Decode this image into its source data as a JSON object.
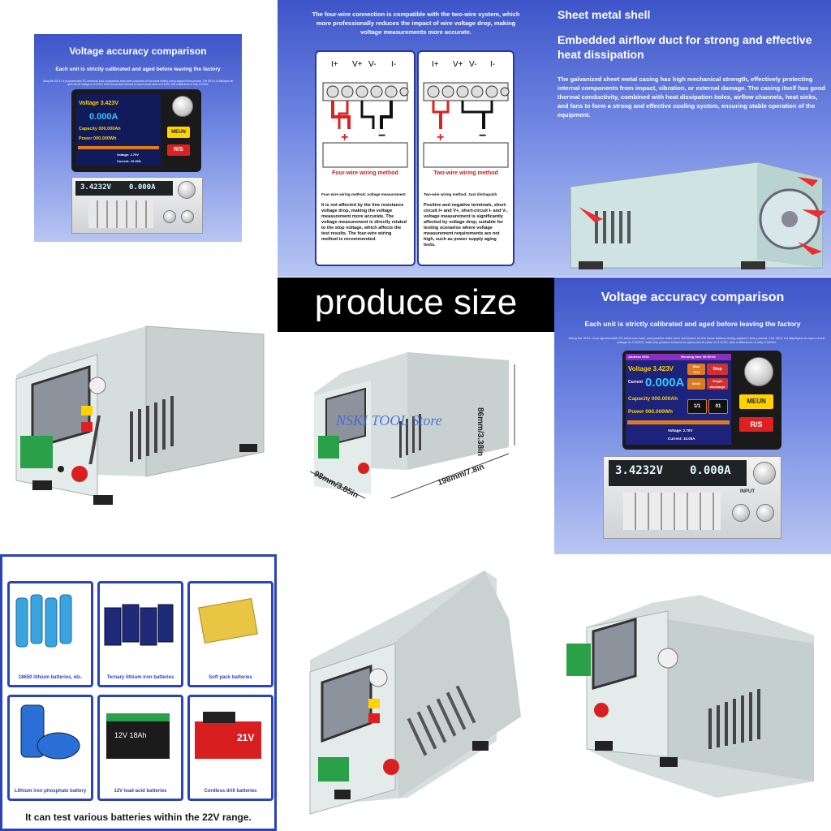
{
  "panel_accuracy": {
    "title": "Voltage accuracy comparison",
    "subtitle": "Each unit is strictly calibrated and aged before leaving the factory",
    "fine_print": "Using the ISO1 Li4 programmable DC electronic load, comparative tests were conducted on the same battery during adjacent time periods. The ISO1 Li4 displayed an open-circuit voltage of 3.4232V, while the product showed an open-circuit value of 3.423V, with a difference of only 0.0002V.",
    "screen": {
      "header_left": "Address 0001",
      "header_right": "Running time 00:00:00",
      "voltage": "Voltage 3.423V",
      "current_label": "Current",
      "current_value": "0.000A",
      "capacity": "Capacity 000.000Ah",
      "power": "Power 000.000Wh",
      "btn_start": "Start",
      "btn_test": "Test",
      "btn_stop": "Stop",
      "btn_mode": "Mode",
      "btn_single": "Single",
      "btn_discharge": "discharge",
      "count_a": "1/1",
      "count_b": "01",
      "row_voltage": "Voltage: 2.70V",
      "row_current": "Current: 10.00A",
      "side_meun": "MEUN",
      "side_rs": "R/S"
    },
    "instrument": {
      "readout_v": "3.4232V",
      "readout_a": "0.000A",
      "input_label": "INPUT"
    }
  },
  "panel_wiring": {
    "intro": "The four-wire connection is compatible with the two-wire system, which more professionally reduces the impact of wire voltage drop, making voltage measurements more accurate.",
    "terminals": [
      "I+",
      "V+",
      "V-",
      "I-"
    ],
    "four_wire": {
      "title": "Four-wire wiring method",
      "heading": "Four-wire wiring method: voltage measurement",
      "body": "It is not affected by the line resistance voltage drop, making the voltage measurement more accurate. The voltage measurement is directly related to the stop voltage, which affects the test results. The four-wire wiring method is recommended."
    },
    "two_wire": {
      "title": "Two-wire wiring method",
      "heading": "Two-wire wiring method: Just distinguish",
      "body": "Positive and negative terminals, short-circuit I+ and V+, short-circuit I- and V-, voltage measurement is significantly affected by voltage drop, suitable for testing scenarios where voltage measurement requirements are not high, such as power supply aging tests."
    },
    "plus": "+",
    "minus": "−"
  },
  "panel_shell": {
    "title": "Sheet metal shell",
    "subtitle": "Embedded airflow duct for strong and effective heat dissipation",
    "body": "The galvanized sheet metal casing has high mechanical strength, effectively protecting internal components from impact, vibration, or external damage. The casing itself has good thermal conductivity, combined with heat dissipation holes, airflow channels, heat sinks, and fans to form a strong and effective cooling system, ensuring stable operation of the equipment."
  },
  "banner": {
    "text": "produce size"
  },
  "panel_size": {
    "height": "86mm/3.38in",
    "depth": "98mm/3.85in",
    "length": "198mm/7.8in",
    "watermark": "NSKI TOOL Store"
  },
  "panel_batteries": {
    "items": [
      {
        "label": "18650 lithium batteries, etc."
      },
      {
        "label": "Ternary lithium iron batteries"
      },
      {
        "label": "Soft pack batteries"
      },
      {
        "label": "Lithium iron phosphate battery"
      },
      {
        "label": "12V lead-acid batteries"
      },
      {
        "label": "Cordless drill batteries"
      }
    ],
    "lead_acid_print": "12V 18Ah",
    "drill_print": "21V",
    "caption": "It can test various batteries within the 22V range."
  },
  "colors": {
    "accent_blue": "#2a43b8",
    "banner_bg": "#000000",
    "red": "#c02020",
    "screen_yellow": "#ffd200"
  }
}
